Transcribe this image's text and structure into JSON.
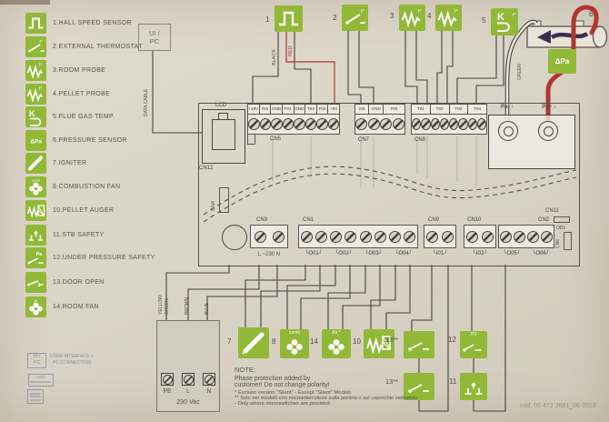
{
  "legend": {
    "items": [
      {
        "label": "1.HALL SPEED SENSOR"
      },
      {
        "label": "2.EXTERNAL THERMOSTAT"
      },
      {
        "label": "3.ROOM PROBE"
      },
      {
        "label": "4.PELLET PROBE"
      },
      {
        "label": "5.FLUE GAS TEMP."
      },
      {
        "label": "6.PRESSURE SENSOR"
      },
      {
        "label": "7.IGNITER"
      },
      {
        "label": "8.COMBUSTION FAN"
      },
      {
        "label": "10.PELLET AUGER"
      },
      {
        "label": "11.STB SAFETY"
      },
      {
        "label": "12.UNDER PRESSURE SAFETY"
      },
      {
        "label": "13.DOOR OPEN"
      },
      {
        "label": "14.ROOM FAN"
      }
    ]
  },
  "icon_texts": {
    "k": "K",
    "delta_pa": "ΔPa",
    "pa": "Pa",
    "tdeg": "t°",
    "comb": "comb",
    "air": "air"
  },
  "sensors": {
    "n1": "1",
    "n2": "2",
    "n3": "3",
    "n4": "4",
    "n5": "5",
    "n6": "6"
  },
  "actuators": {
    "n7": "7",
    "n8": "8",
    "n10": "10",
    "n11": "11",
    "n12": "12",
    "n13": "13**",
    "n14": "14",
    "comb_tag": "comb",
    "air_tag": "Air *",
    "p3_tag": "P3"
  },
  "wire_labels": {
    "black": "BLACK",
    "red": "RED",
    "green": "GREEN",
    "yellow": "YELLOW/",
    "green2": "GREEN",
    "brown": "BROWN",
    "blue": "BLUE"
  },
  "data_cable": {
    "line1": "UI /",
    "line2": "PC",
    "label": "DATA CABLE"
  },
  "board": {
    "lcd": "LCD",
    "cn12": "CN12",
    "cn4": "CN4",
    "cn11": "CN11",
    "cn6": "CN6",
    "od1": "OD1",
    "cn5": {
      "name": "CN5",
      "pins": [
        "+18V",
        "IN4",
        "GND",
        "F01",
        "GND",
        "T03",
        "F02",
        "+5V"
      ]
    },
    "cn7": {
      "name": "CN7",
      "pins": [
        "I03",
        "GND",
        "T05"
      ]
    },
    "cn8": {
      "name": "CN8",
      "pins": [
        "T01",
        "T02",
        "T03",
        "T04"
      ]
    },
    "pa_module": {
      "minus": "Pa- ↑",
      "plus": "Pa+ ↓"
    },
    "cn3": {
      "name": "CN3",
      "label": "L ~230 N"
    },
    "cn1": {
      "name": "CN1",
      "pins": [
        "O01",
        "O02",
        "O03",
        "O04"
      ]
    },
    "cn9": {
      "name": "CN9",
      "pin": "I01"
    },
    "cn10": {
      "name": "CN10",
      "pin": "I02"
    },
    "cn2": {
      "name": "CN2",
      "pins": [
        "O05",
        "O06"
      ]
    }
  },
  "power": {
    "pe": "PE",
    "l": "L",
    "n": "N",
    "voltage": "230 Vac"
  },
  "note": {
    "title": "NOTE:",
    "line1": "Phase protection  added by",
    "line2": "customer! Do not change polarity!",
    "fn1": "* Escluso version \"Silent\" - Except \"Silent\" Models",
    "fn2": "** Solo nei modelli con microinterruttore sulla portina o sul coperchio serbatoio",
    "fn3": "- Only where microswitches are provided"
  },
  "footer": {
    "code": "cod. 00 472 3681_06-2013"
  },
  "stamps": {
    "ui1": "UI /",
    "ui2": "PC",
    "t1": "USER INTERFACE o",
    "t2": "PC CONNECTION",
    "h2o": "H2O"
  }
}
